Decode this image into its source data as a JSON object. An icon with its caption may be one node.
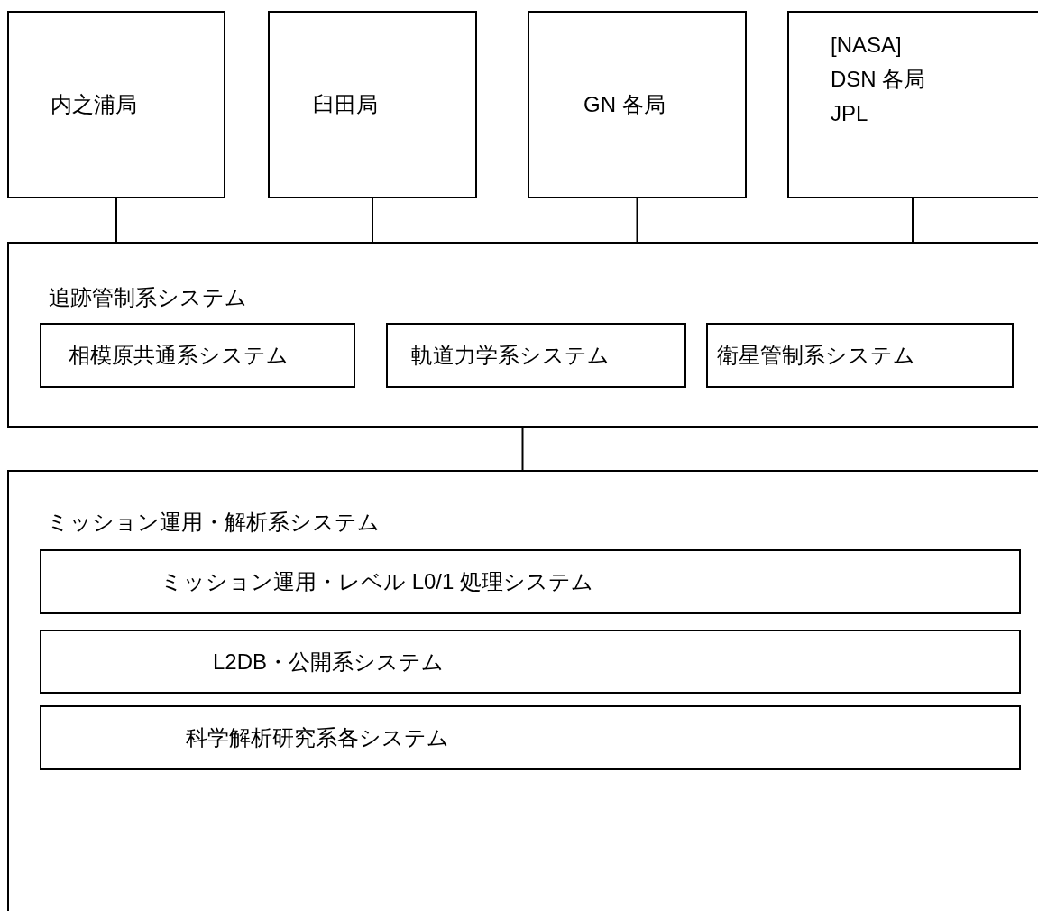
{
  "diagram": {
    "nodes": [
      {
        "text": [
          "内之浦局"
        ]
      },
      {
        "text": [
          "臼田局"
        ]
      },
      {
        "text": [
          "GN 各局"
        ]
      },
      {
        "text": [
          "[NASA]",
          "DSN 各局",
          "JPL"
        ]
      },
      {
        "text": [
          "追跡管制系システム"
        ]
      },
      {
        "text": [
          "相模原共通系システム"
        ],
        "in": 4
      },
      {
        "text": [
          "軌道力学系システム"
        ],
        "in": 4
      },
      {
        "text": [
          "衛星管制系システム"
        ],
        "in": 4
      },
      {
        "text": [
          "ミッション運用・解析系システム"
        ]
      },
      {
        "text": [
          "ミッション運用・レベル L0/1 処理システム"
        ],
        "in": 8
      },
      {
        "text": [
          "L2DB・公開系システム"
        ],
        "in": 8
      },
      {
        "text": [
          "科学解析研究系各システム"
        ],
        "in": 8
      }
    ],
    "edges": [
      {
        "from": 0,
        "to": 4,
        "arrow": "none"
      },
      {
        "from": 1,
        "to": 4,
        "arrow": "none"
      },
      {
        "from": 2,
        "to": 4,
        "arrow": "none"
      },
      {
        "from": 3,
        "to": 4,
        "arrow": "none"
      },
      {
        "from": 4,
        "to": 8,
        "arrow": "none"
      }
    ]
  }
}
